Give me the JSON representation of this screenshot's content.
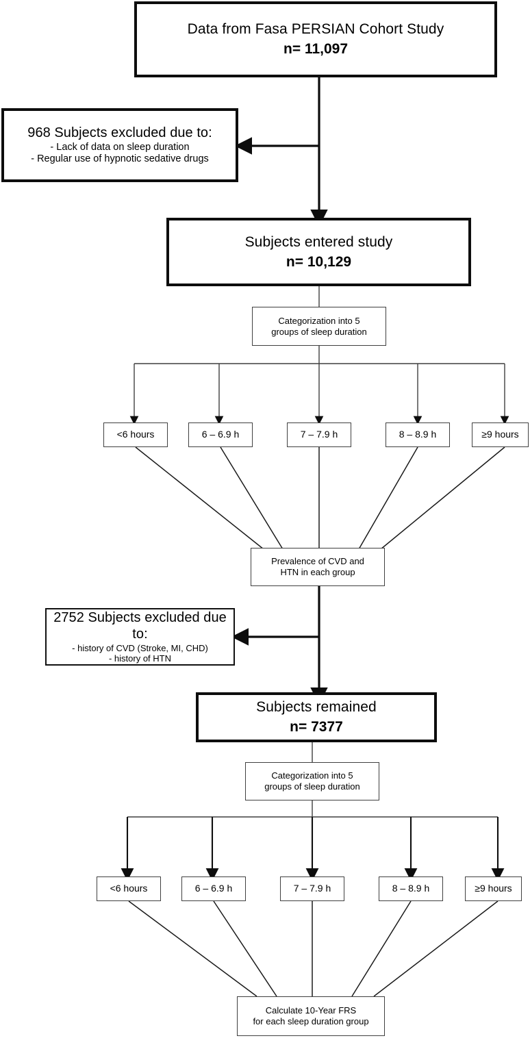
{
  "diagram": {
    "kind": "study-flow-diagram",
    "colors": {
      "background": "#ffffff",
      "stroke_heavy": "#0d0d0d",
      "stroke_light": "#3f3f3f",
      "text": "#000000"
    }
  },
  "nodes": {
    "source": {
      "title": "Data from Fasa PERSIAN Cohort Study",
      "count": "n= 11,097"
    },
    "exclusion_1": {
      "heading": "968 Subjects excluded due to:",
      "reason_1": "- Lack of data on sleep duration",
      "reason_2": "- Regular use of hypnotic sedative drugs"
    },
    "entered": {
      "title": "Subjects entered study",
      "count": "n= 10,129"
    },
    "categorization_1": {
      "line_1": "Categorization into 5",
      "line_2": "groups of sleep duration"
    },
    "prevalence": {
      "line_1": "Prevalence of CVD and",
      "line_2": "HTN in each group"
    },
    "exclusion_2": {
      "heading": "2752 Subjects excluded due to:",
      "reason_1": "- history of CVD (Stroke, MI, CHD)",
      "reason_2": "- history of HTN"
    },
    "remained": {
      "title": "Subjects remained",
      "count": "n= 7377"
    },
    "categorization_2": {
      "line_1": "Categorization into 5",
      "line_2": "groups of sleep duration"
    },
    "frs": {
      "line_1": "Calculate 10-Year FRS",
      "line_2": "for each sleep duration group"
    }
  },
  "sleep_groups_top": [
    {
      "label": "<6 hours"
    },
    {
      "label": "6 – 6.9 h"
    },
    {
      "label": "7 – 7.9 h"
    },
    {
      "label": "8 – 8.9 h"
    },
    {
      "label": "≥9 hours"
    }
  ],
  "sleep_groups_bottom": [
    {
      "label": "<6 hours"
    },
    {
      "label": "6 – 6.9 h"
    },
    {
      "label": "7 – 7.9 h"
    },
    {
      "label": "8 – 8.9 h"
    },
    {
      "label": "≥9 hours"
    }
  ]
}
